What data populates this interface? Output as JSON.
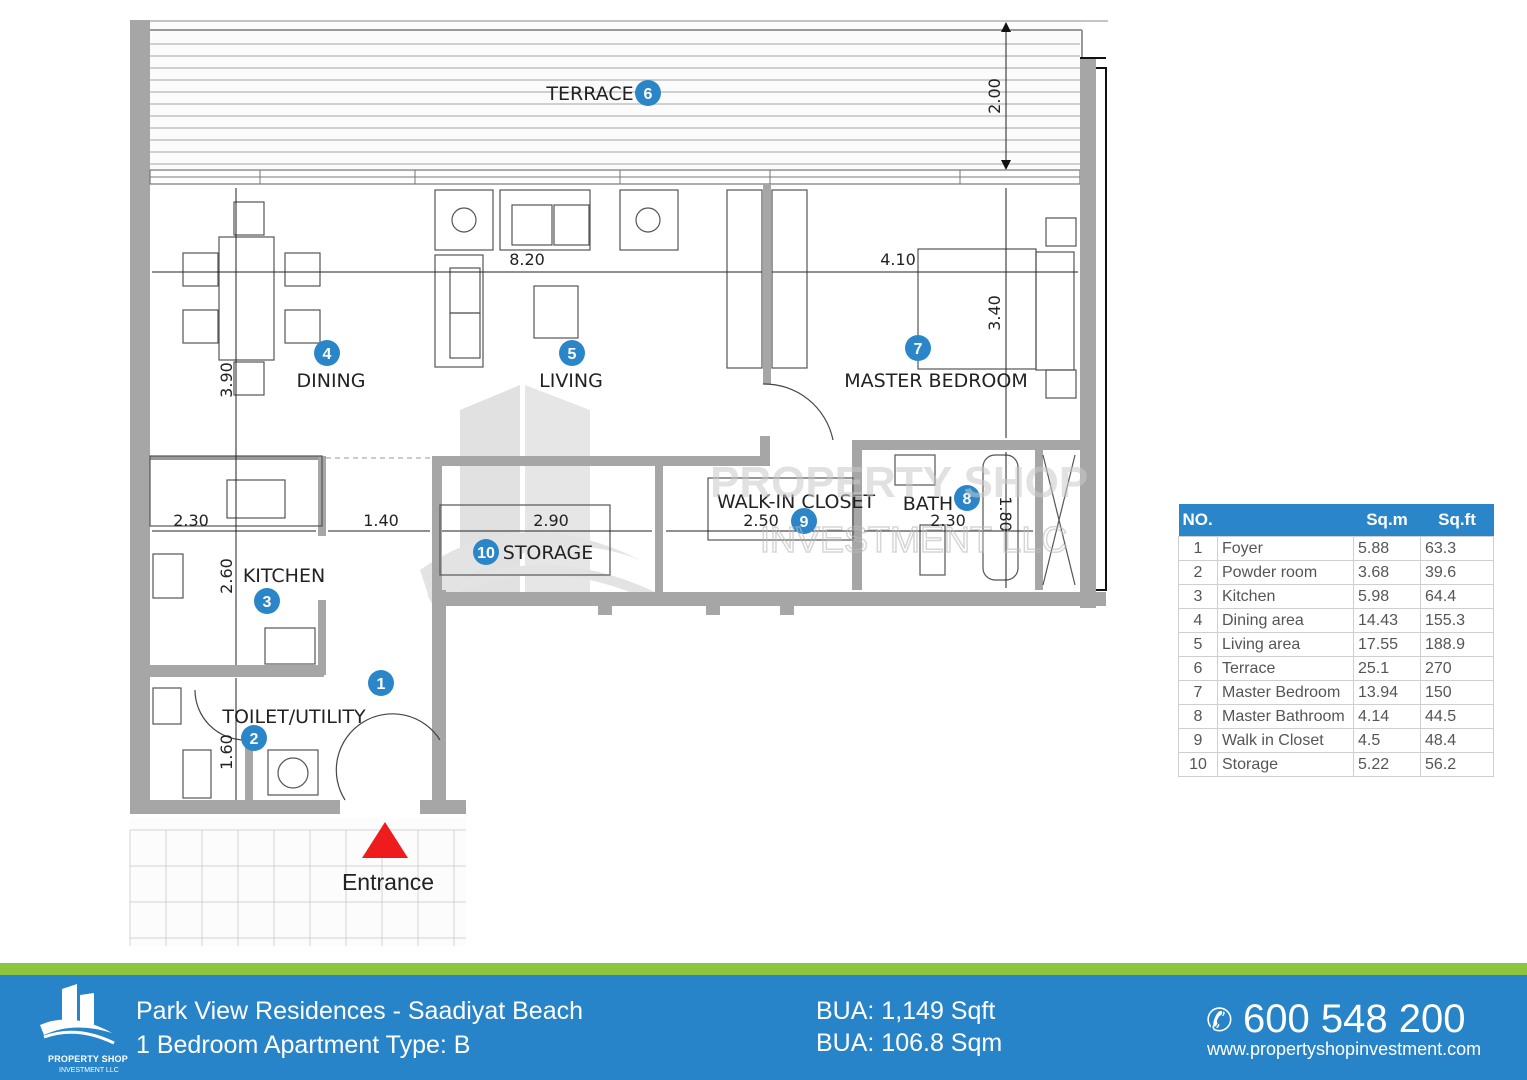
{
  "plan": {
    "rooms": [
      {
        "no": "1",
        "label": ""
      },
      {
        "no": "2",
        "label": "TOILET/UTILITY"
      },
      {
        "no": "3",
        "label": "KITCHEN"
      },
      {
        "no": "4",
        "label": "DINING"
      },
      {
        "no": "5",
        "label": "LIVING"
      },
      {
        "no": "6",
        "label": "TERRACE"
      },
      {
        "no": "7",
        "label": "MASTER BEDROOM"
      },
      {
        "no": "8",
        "label": "BATH"
      },
      {
        "no": "9",
        "label": "WALK-IN CLOSET"
      },
      {
        "no": "10",
        "label": "STORAGE"
      }
    ],
    "dimensions": {
      "terrace_depth": "2.00",
      "living_width": "8.20",
      "bedroom_width": "4.10",
      "bedroom_depth": "3.40",
      "dining_depth": "3.90",
      "kitchen_width": "2.30",
      "foyer_width": "1.40",
      "storage_width": "2.90",
      "closet_width": "2.50",
      "bath_width": "2.30",
      "bath_depth": "1.80",
      "kitchen_depth": "2.60",
      "toilet_depth": "1.60"
    },
    "entrance_label": "Entrance",
    "watermark": {
      "line1": "PROPERTY SHOP",
      "line2": "INVESTMENT LLC"
    },
    "colors": {
      "badge": "#2a86c8",
      "wall": "#a6a6a6",
      "entrance_arrow": "#ee1c1c"
    }
  },
  "area_table": {
    "headers": {
      "no": "NO.",
      "name": "",
      "sqm": "Sq.m",
      "sqft": "Sq.ft"
    },
    "rows": [
      {
        "no": "1",
        "name": "Foyer",
        "sqm": "5.88",
        "sqft": "63.3"
      },
      {
        "no": "2",
        "name": "Powder room",
        "sqm": "3.68",
        "sqft": "39.6"
      },
      {
        "no": "3",
        "name": "Kitchen",
        "sqm": "5.98",
        "sqft": "64.4"
      },
      {
        "no": "4",
        "name": "Dining area",
        "sqm": "14.43",
        "sqft": "155.3"
      },
      {
        "no": "5",
        "name": "Living area",
        "sqm": "17.55",
        "sqft": "188.9"
      },
      {
        "no": "6",
        "name": "Terrace",
        "sqm": "25.1",
        "sqft": "270"
      },
      {
        "no": "7",
        "name": "Master Bedroom",
        "sqm": "13.94",
        "sqft": "150"
      },
      {
        "no": "8",
        "name": "Master Bathroom",
        "sqm": "4.14",
        "sqft": "44.5"
      },
      {
        "no": "9",
        "name": "Walk in Closet",
        "sqm": "4.5",
        "sqft": "48.4"
      },
      {
        "no": "10",
        "name": "Storage",
        "sqm": "5.22",
        "sqft": "56.2"
      }
    ]
  },
  "footer": {
    "logo_line1": "PROPERTY SHOP",
    "logo_line2": "INVESTMENT LLC",
    "project": "Park View Residences - Saadiyat Beach",
    "unit_type": "1 Bedroom Apartment Type: B",
    "bua_sqft": "BUA: 1,149 Sqft",
    "bua_sqm": "BUA: 106.8 Sqm",
    "phone": "600 548 200",
    "website": "www.propertyshopinvestment.com",
    "colors": {
      "bar": "#2784c9",
      "stripe": "#8cc63f"
    }
  }
}
